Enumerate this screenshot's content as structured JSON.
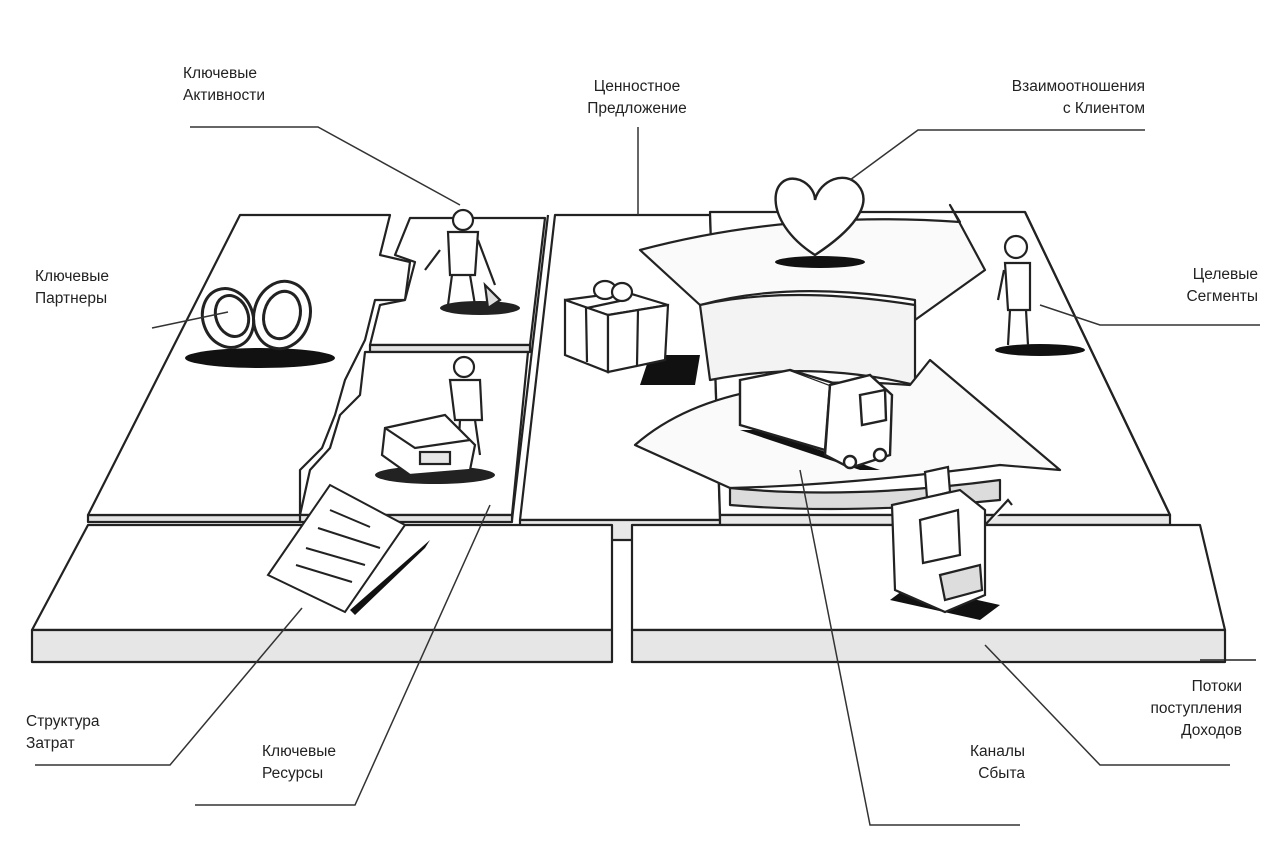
{
  "labels": {
    "key_activities": [
      "Ключевые",
      "Активности"
    ],
    "value_proposition": [
      "Ценностное",
      "Предложение"
    ],
    "customer_relationships": [
      "Взаимоотношения",
      "с Клиентом"
    ],
    "key_partners": [
      "Ключевые",
      "Партнеры"
    ],
    "customer_segments": [
      "Целевые",
      "Сегменты"
    ],
    "cost_structure": [
      "Структура",
      "Затрат"
    ],
    "key_resources": [
      "Ключевые",
      "Ресурсы"
    ],
    "channels": [
      "Каналы",
      "Сбыта"
    ],
    "revenue_streams": [
      "Потоки",
      "поступления",
      "Доходов"
    ]
  },
  "icons": {
    "key_partners": "rings-icon",
    "key_activities": "worker-icon",
    "key_resources": "machine-operator-icon",
    "value_proposition": "gift-box-icon",
    "customer_relationships": "heart-icon",
    "customer_segments": "person-icon",
    "channels": "truck-icon",
    "revenue_streams": "cash-register-icon",
    "cost_structure": "document-icon"
  }
}
